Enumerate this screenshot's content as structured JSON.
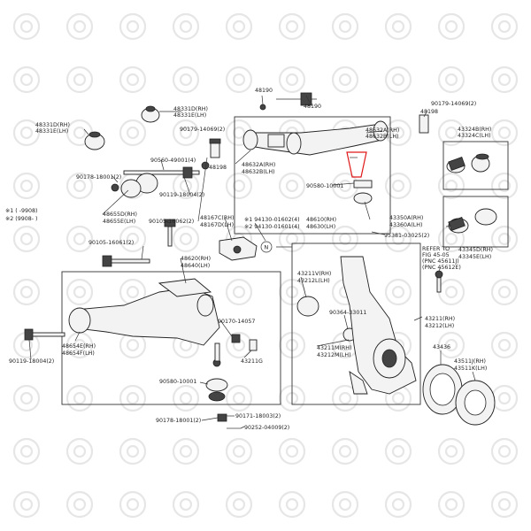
{
  "diagram": {
    "highlight_color": "#e01818",
    "line_color": "#333333",
    "watermark_color": "#e6e6e6",
    "notes": {
      "n1": "※1 (    -9908)",
      "n2": "※2 (9908-    )"
    },
    "labels": {
      "p48190": "48190",
      "p48190b": "48190",
      "p90179a": "90179-14069(2)",
      "p90179b": "90179-14069(2)",
      "p48198a": "48198",
      "p48198b": "48198",
      "p48331d": "48331D(RH)",
      "p48331e": "48331E(LH)",
      "p48331dl": "48331D(RH)",
      "p48331el": "48331E(LH)",
      "p43324b": "43324B(RH)",
      "p43324c": "43324C(LH)",
      "p48632a": "48632A(RH)",
      "p48632b": "48632B(LH)",
      "p48632ar": "48632A(RH)",
      "p48632br": "48632B(LH)",
      "p90560": "90560-49001(4)",
      "p90178a": "90178-18001(2)",
      "p90119a": "90119-18004(2)",
      "p90580a": "90580-10001",
      "p48655d": "48655D(RH)",
      "p48655e": "48655E(LH)",
      "p90105a": "90105-16062(2)",
      "p48167c": "48167C(RH)",
      "p48167d": "48167D(LH)",
      "p94130a": "※1 94130-01602(4)",
      "p94130b": "※2 94130-01601(4)",
      "p48610": "48610(RH)",
      "p48630": "48630(LH)",
      "p43350a": "43350A(RH)",
      "p43360a": "43360A(LH)",
      "p95381": "95381-03025(2)",
      "p43345d": "43345D(RH)",
      "p43345e": "43345E(LH)",
      "p90105b": "90105-16061(2)",
      "p48620": "48620(RH)",
      "p48640": "48640(LH)",
      "p43211v": "43211V(RH)",
      "p43212l": "43212L(LH)",
      "refer1": "REFER TO",
      "refer2": "FIG 45-05",
      "refer3": "(PNC 45611J)",
      "refer4": "(PNC 45612E)",
      "p90364": "90364-33011",
      "p43211": "43211(RH)",
      "p43212": "43212(LH)",
      "p90170": "90170-14057",
      "p48654e": "48654E(RH)",
      "p48654f": "48654F(LH)",
      "p90119b": "90119-18004(2)",
      "p43211m": "43211M(RH)",
      "p43212m": "43212M(LH)",
      "p43436": "43436",
      "p43211g": "43211G",
      "p90580b": "90580-10001",
      "p43511j": "43511J(RH)",
      "p43511k": "43511K(LH)",
      "p90178b": "90178-18001(2)",
      "p90171": "90171-18003(2)",
      "p90252": "90252-04009(2)",
      "callout_n": "N"
    }
  }
}
